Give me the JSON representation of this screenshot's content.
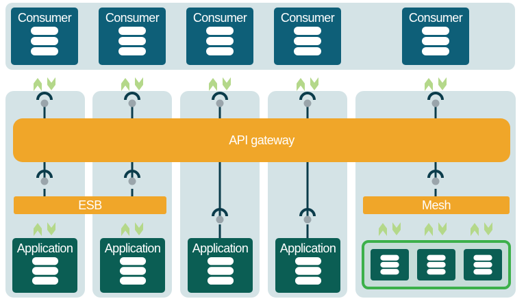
{
  "consumers": [
    "Consumer",
    "Consumer",
    "Consumer",
    "Consumer",
    "Consumer"
  ],
  "gateway_label": "API gateway",
  "esb_label": "ESB",
  "mesh_label": "Mesh",
  "applications": [
    "Application",
    "Application",
    "Application",
    "Application"
  ],
  "colors": {
    "consumer": "#0e5f78",
    "application": "#0b5e54",
    "gateway": "#f0a629",
    "panel": "#d4e3e6",
    "arrow": "#b4d88a",
    "cluster_border": "#3cb04a"
  },
  "icons": {
    "database": "database-icon",
    "arrows": "bidirectional-arrows-icon",
    "connector": "socket-connector-icon"
  }
}
